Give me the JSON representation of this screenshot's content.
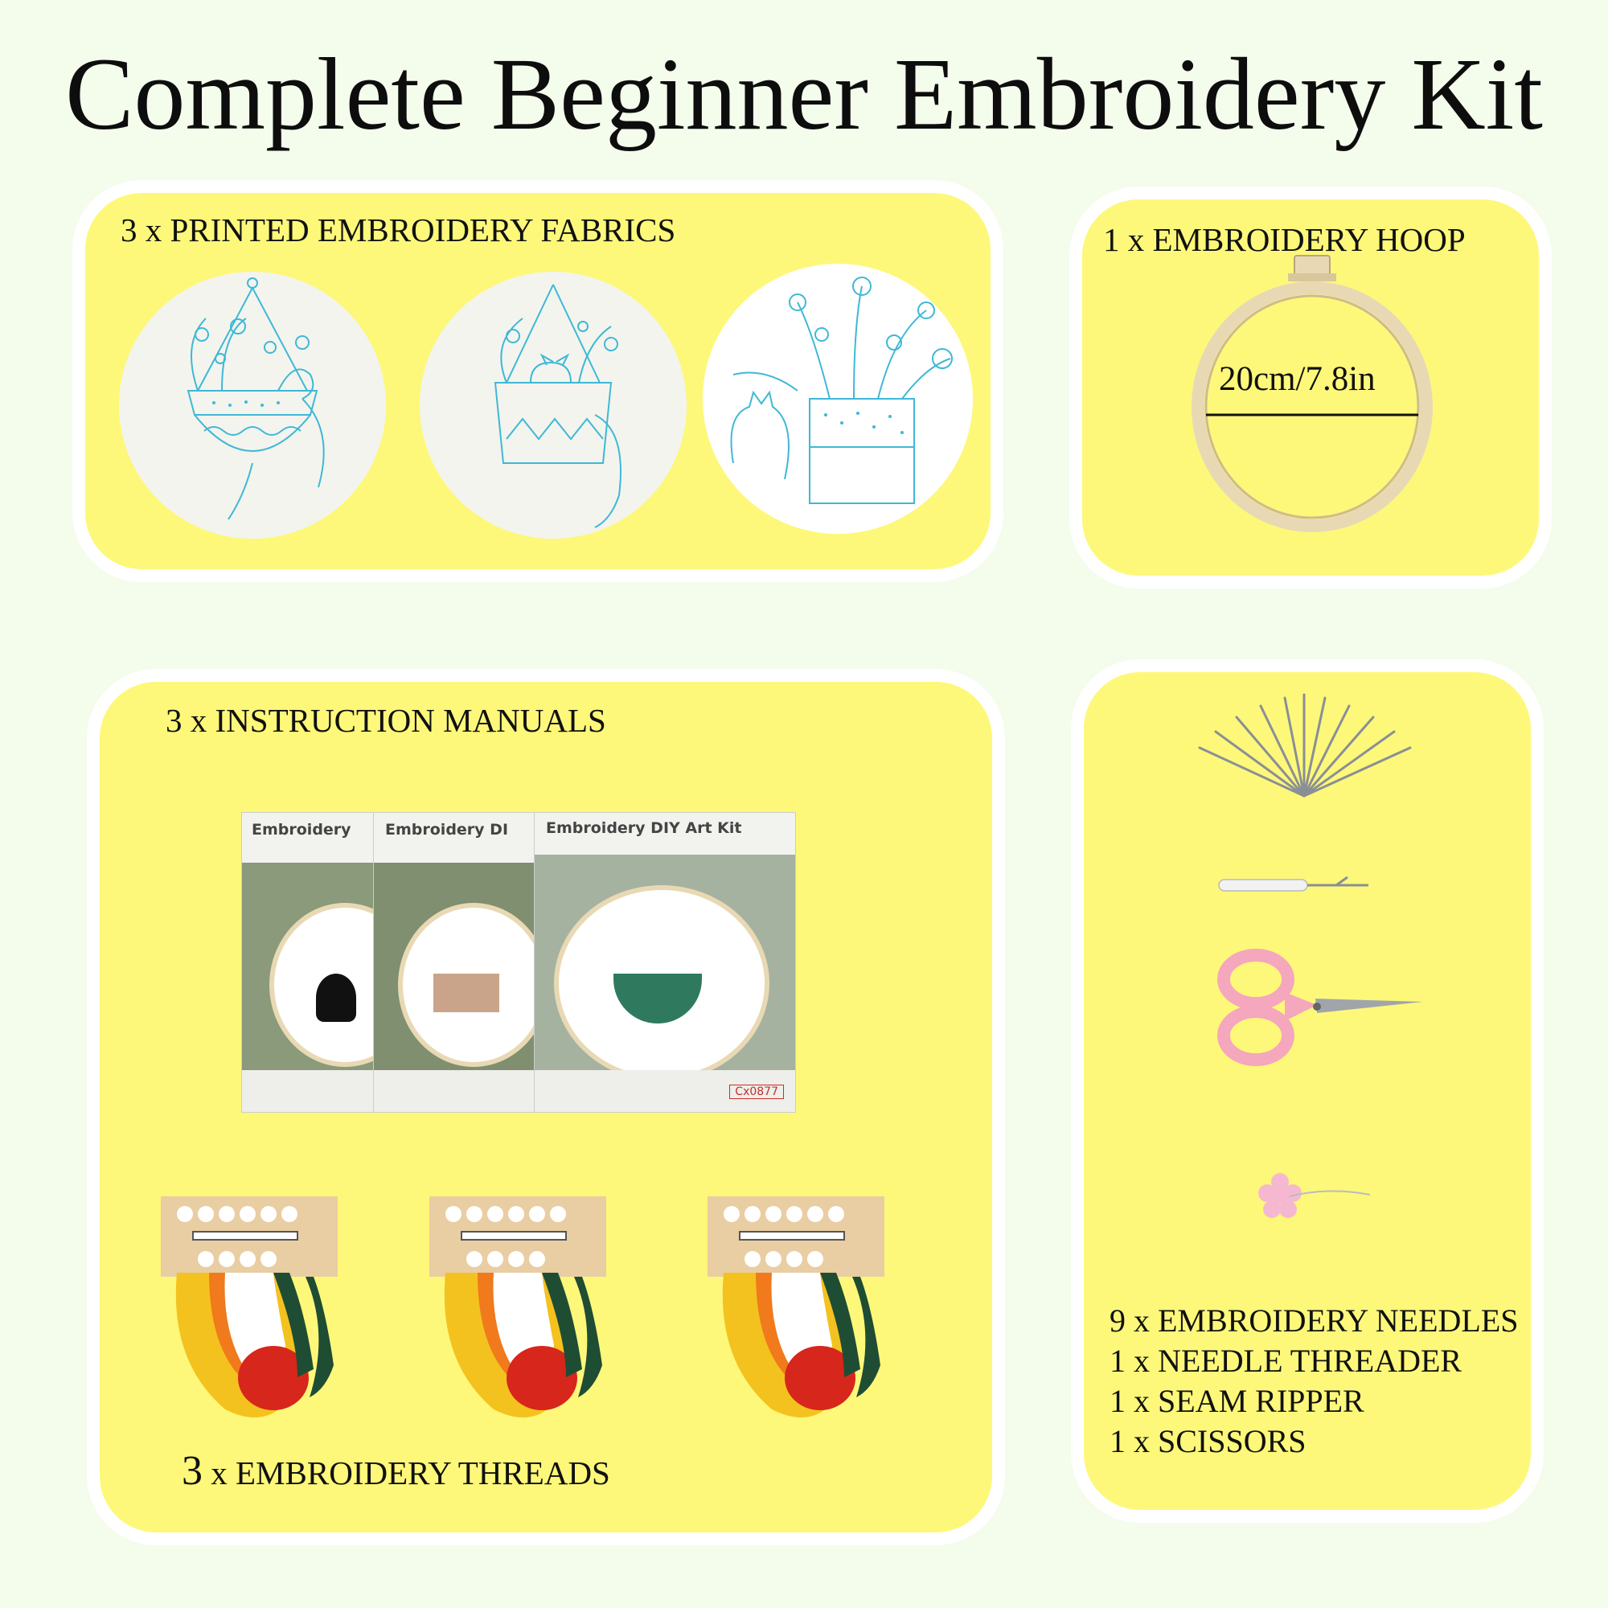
{
  "title": "Complete Beginner Embroidery Kit",
  "fabrics": {
    "label": "3 x PRINTED EMBROIDERY FABRICS"
  },
  "hoop": {
    "label": "1 x EMBROIDERY HOOP",
    "size": "20cm/7.8in"
  },
  "manuals": {
    "label": "3 x INSTRUCTION MANUALS",
    "cards": [
      {
        "title": "Embroidery"
      },
      {
        "title": "Embroidery DI"
      },
      {
        "title": "Embroidery DIY Art Kit",
        "code": "Cx0877"
      }
    ]
  },
  "threads": {
    "count": "3",
    "label": "x EMBROIDERY THREADS"
  },
  "tools": {
    "items": [
      "9 x EMBROIDERY NEEDLES",
      "1 x NEEDLE THREADER",
      "1 x SEAM RIPPER",
      "1 x SCISSORS"
    ]
  },
  "colors": {
    "background": "#f4fcec",
    "panel": "#fdf87a",
    "pattern_line": "#3fb8d6",
    "scissors": "#f4a7bd",
    "thread_red": "#d7261b",
    "thread_orange": "#f07a1c",
    "thread_yellow": "#f4c21e",
    "thread_green": "#1f4d33",
    "hoop_wood": "#e8d9b4"
  },
  "icons": [
    "hanging-planter-pattern",
    "cat-pot-pattern",
    "flower-box-pattern",
    "embroidery-hoop",
    "needles",
    "seam-ripper",
    "scissors",
    "flower-threader",
    "thread-bundle"
  ]
}
